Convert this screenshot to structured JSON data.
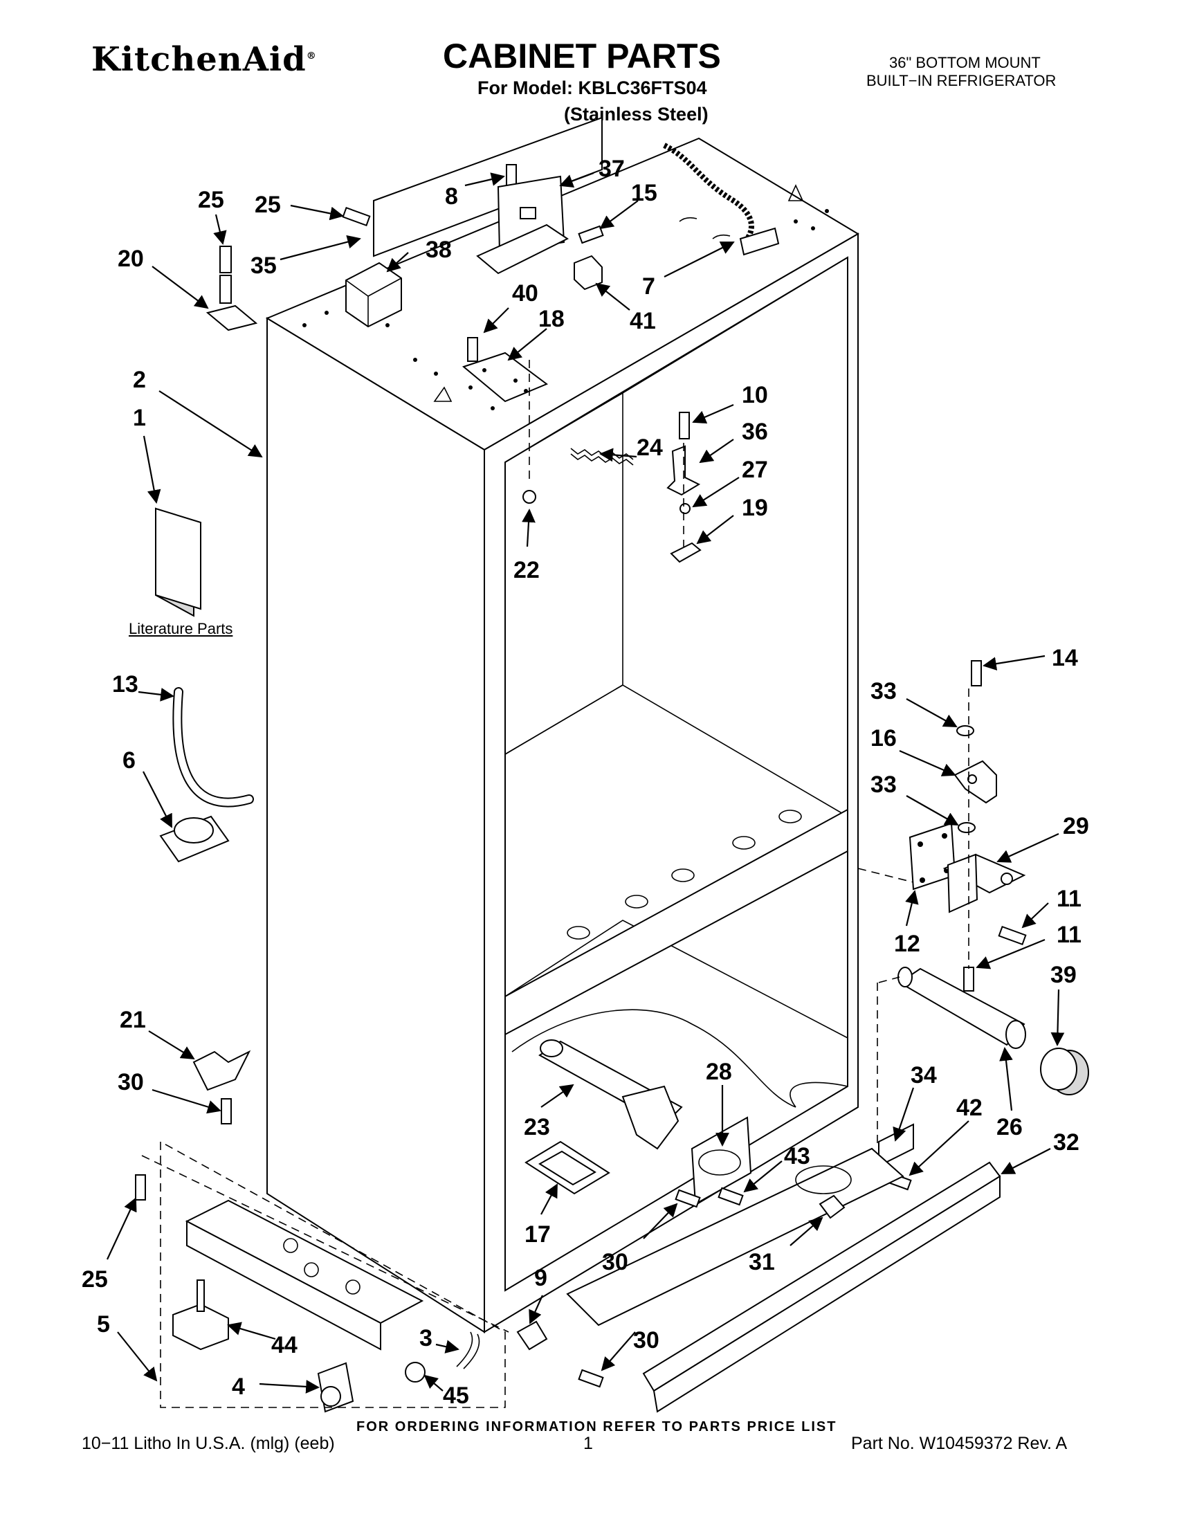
{
  "header": {
    "brand": "KitchenAid",
    "brand_mark": "®",
    "title": "CABINET PARTS",
    "model_line": "For Model: KBLC36FTS04",
    "finish_line": "(Stainless Steel)",
    "description_line1": "36\" BOTTOM MOUNT",
    "description_line2": "BUILT−IN REFRIGERATOR"
  },
  "literature_label": "Literature Parts",
  "callouts": [
    {
      "id": "c25a",
      "text": "25"
    },
    {
      "id": "c25b",
      "text": "25"
    },
    {
      "id": "c20",
      "text": "20"
    },
    {
      "id": "c35",
      "text": "35"
    },
    {
      "id": "c38",
      "text": "38"
    },
    {
      "id": "c8",
      "text": "8"
    },
    {
      "id": "c37",
      "text": "37"
    },
    {
      "id": "c15",
      "text": "15"
    },
    {
      "id": "c7",
      "text": "7"
    },
    {
      "id": "c41",
      "text": "41"
    },
    {
      "id": "c40",
      "text": "40"
    },
    {
      "id": "c18",
      "text": "18"
    },
    {
      "id": "c2",
      "text": "2"
    },
    {
      "id": "c1",
      "text": "1"
    },
    {
      "id": "c10",
      "text": "10"
    },
    {
      "id": "c36",
      "text": "36"
    },
    {
      "id": "c24",
      "text": "24"
    },
    {
      "id": "c27",
      "text": "27"
    },
    {
      "id": "c19",
      "text": "19"
    },
    {
      "id": "c22",
      "text": "22"
    },
    {
      "id": "c13",
      "text": "13"
    },
    {
      "id": "c6",
      "text": "6"
    },
    {
      "id": "c14",
      "text": "14"
    },
    {
      "id": "c33a",
      "text": "33"
    },
    {
      "id": "c16",
      "text": "16"
    },
    {
      "id": "c33b",
      "text": "33"
    },
    {
      "id": "c29",
      "text": "29"
    },
    {
      "id": "c11a",
      "text": "11"
    },
    {
      "id": "c12",
      "text": "12"
    },
    {
      "id": "c11b",
      "text": "11"
    },
    {
      "id": "c39",
      "text": "39"
    },
    {
      "id": "c21",
      "text": "21"
    },
    {
      "id": "c30a",
      "text": "30"
    },
    {
      "id": "c28",
      "text": "28"
    },
    {
      "id": "c34",
      "text": "34"
    },
    {
      "id": "c42",
      "text": "42"
    },
    {
      "id": "c23",
      "text": "23"
    },
    {
      "id": "c43",
      "text": "43"
    },
    {
      "id": "c26",
      "text": "26"
    },
    {
      "id": "c32",
      "text": "32"
    },
    {
      "id": "c17",
      "text": "17"
    },
    {
      "id": "c30b",
      "text": "30"
    },
    {
      "id": "c31",
      "text": "31"
    },
    {
      "id": "c25c",
      "text": "25"
    },
    {
      "id": "c9",
      "text": "9"
    },
    {
      "id": "c5",
      "text": "5"
    },
    {
      "id": "c3",
      "text": "3"
    },
    {
      "id": "c44",
      "text": "44"
    },
    {
      "id": "c30c",
      "text": "30"
    },
    {
      "id": "c4",
      "text": "4"
    },
    {
      "id": "c45",
      "text": "45"
    }
  ],
  "footer": {
    "ordering_note": "FOR ORDERING INFORMATION REFER TO PARTS PRICE LIST",
    "litho": "10−11 Litho In U.S.A. (mlg) (eeb)",
    "page_number": "1",
    "part_number": "Part No. W10459372 Rev. A"
  }
}
